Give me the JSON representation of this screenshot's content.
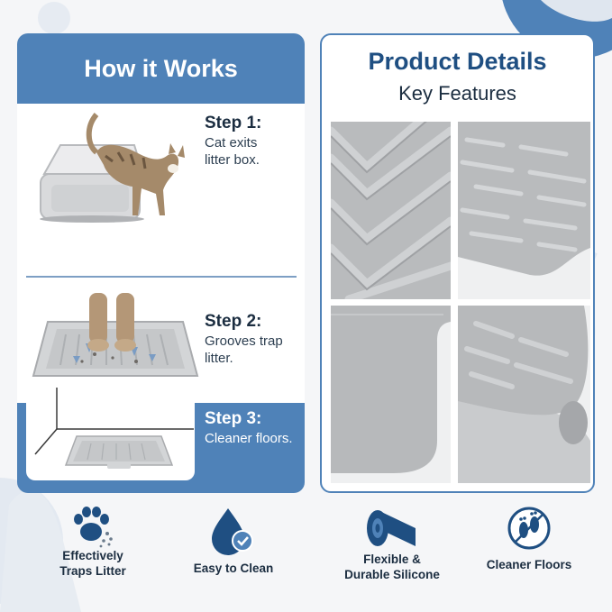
{
  "left_panel": {
    "title": "How it Works",
    "steps": [
      {
        "title": "Step 1:",
        "desc_line1": "Cat exits",
        "desc_line2": "litter box."
      },
      {
        "title": "Step 2:",
        "desc_line1": "Grooves trap",
        "desc_line2": "litter."
      },
      {
        "title": "Step 3:",
        "desc_line1": "Cleaner floors.",
        "desc_line2": ""
      }
    ]
  },
  "right_panel": {
    "title": "Product Details",
    "subtitle": "Key Features"
  },
  "features": [
    {
      "icon": "paw-icon",
      "line1": "Effectively",
      "line2": "Traps Litter"
    },
    {
      "icon": "water-drop-check-icon",
      "line1": "Easy to Clean",
      "line2": ""
    },
    {
      "icon": "rolled-mat-icon",
      "line1": "Flexible &",
      "line2": "Durable Silicone"
    },
    {
      "icon": "footprints-circle-icon",
      "line1": "Cleaner Floors",
      "line2": ""
    }
  ],
  "colors": {
    "accent_blue": "#4f82b8",
    "title_navy": "#1f4f82",
    "text_dark": "#1b2d40",
    "mat_gray": "#c7c9cb"
  }
}
